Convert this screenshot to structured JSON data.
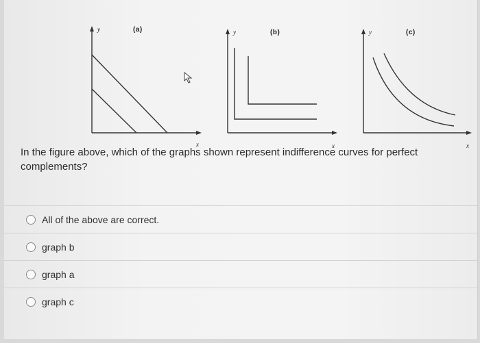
{
  "graphs": [
    {
      "label": "(a)",
      "y_axis": "y",
      "x_axis": "x"
    },
    {
      "label": "(b)",
      "y_axis": "y",
      "x_axis": "x"
    },
    {
      "label": "(c)",
      "y_axis": "y",
      "x_axis": "x"
    }
  ],
  "question": "In the figure above, which of the graphs shown represent indifference curves for perfect complements?",
  "options": [
    {
      "label": "All of the above are correct."
    },
    {
      "label": "graph b"
    },
    {
      "label": "graph a"
    },
    {
      "label": "graph c"
    }
  ],
  "icons": {
    "cursor": "mouse-pointer-icon"
  }
}
